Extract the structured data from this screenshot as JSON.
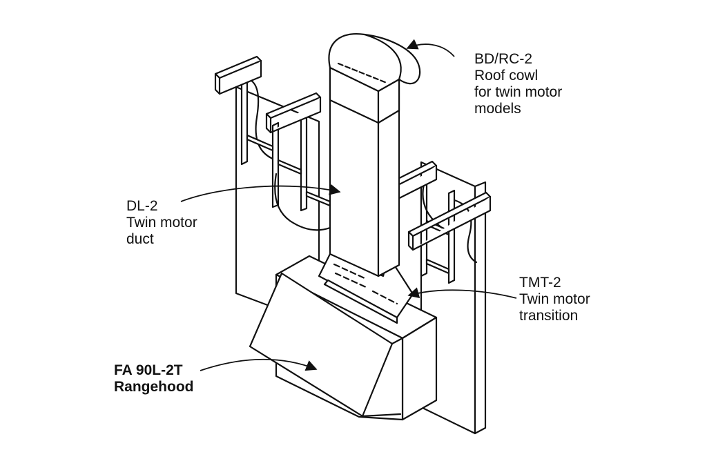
{
  "colors": {
    "background": "#ffffff",
    "line": "#111111"
  },
  "labels": {
    "cowl": {
      "lines": [
        "BD/RC-2",
        "Roof cowl",
        "for twin motor",
        "models"
      ],
      "bold": false
    },
    "duct": {
      "lines": [
        "DL-2",
        "Twin motor",
        "duct"
      ],
      "bold": false
    },
    "transition": {
      "lines": [
        "TMT-2",
        "Twin motor",
        "transition"
      ],
      "bold": false
    },
    "rangehood": {
      "lines": [
        "FA 90L-2T",
        "Rangehood"
      ],
      "bold": true
    }
  }
}
